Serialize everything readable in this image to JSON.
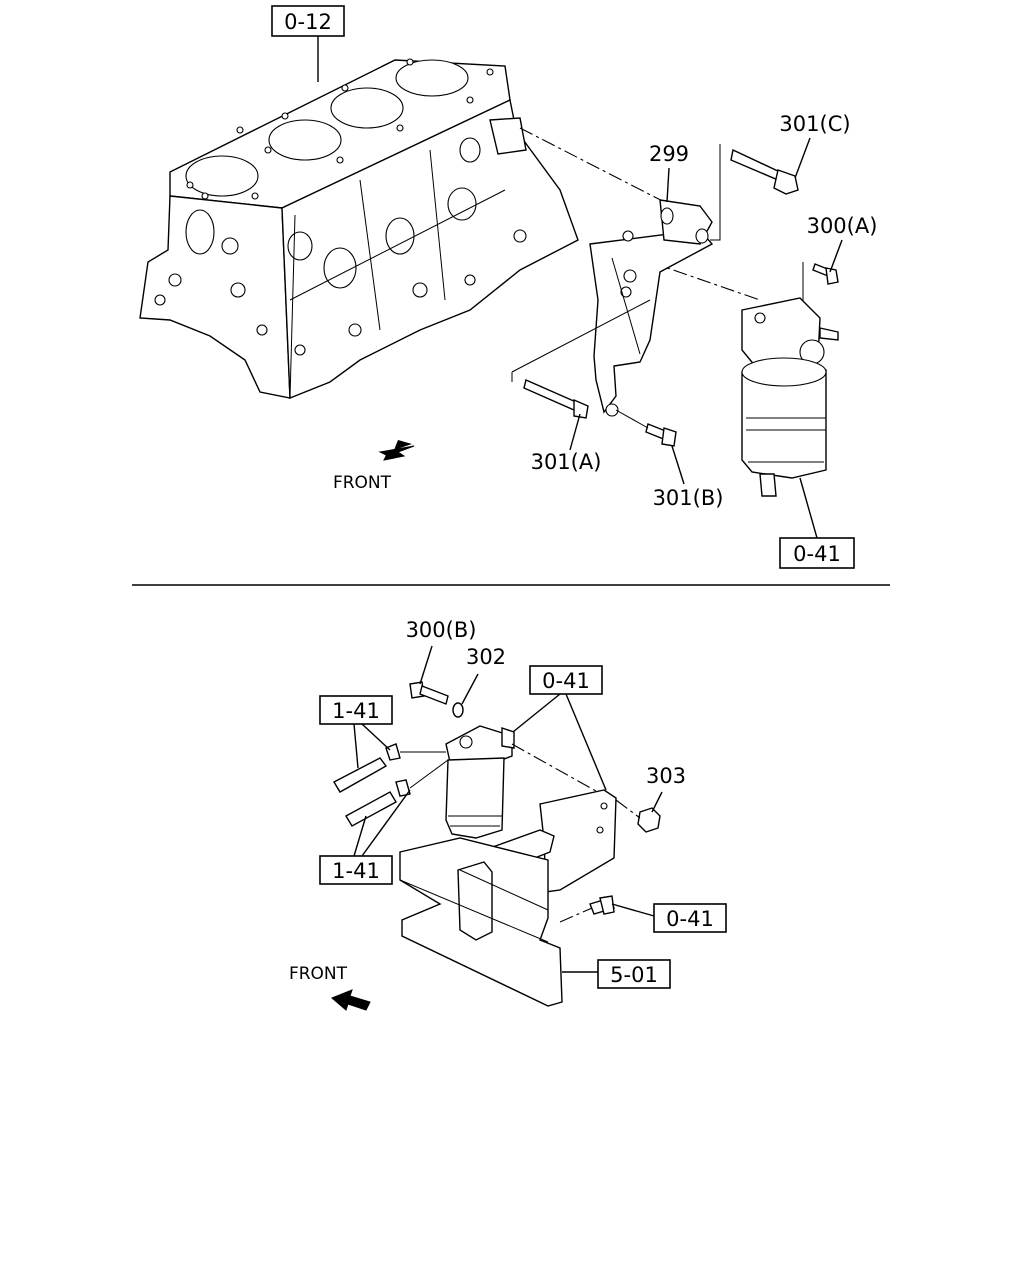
{
  "upper_view": {
    "boxed_refs": {
      "engine_block": "0-12",
      "fuel_filter": "0-41"
    },
    "callouts": {
      "bracket": "299",
      "bolt_c": "301(C)",
      "bolt_300a": "300(A)",
      "bolt_a": "301(A)",
      "bolt_b": "301(B)"
    },
    "front_label": "FRONT"
  },
  "lower_view": {
    "boxed_refs": {
      "hose_upper": "1-41",
      "hose_lower": "1-41",
      "filter": "0-41",
      "bolt_ref": "0-41",
      "frame": "5-01"
    },
    "callouts": {
      "bolt_300b": "300(B)",
      "washer": "302",
      "nut": "303"
    },
    "front_label": "FRONT"
  }
}
